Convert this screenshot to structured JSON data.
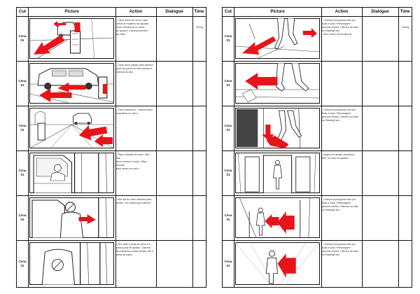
{
  "headers": {
    "cut": "Cut",
    "picture": "Picture",
    "action": "Action",
    "dialogue": "Dialogue",
    "time": "Time"
  },
  "left_page": {
    "rows": [
      {
        "cut": "Cena\n01",
        "action": "- Carro entra em cena. Usar\ncesta de madeira na calçada\ncomo referência no canto\ndo quadro. Câmera próximo\ndo chão.",
        "time": "20Seg",
        "picture": "car-approaching-with-basket"
      },
      {
        "cut": "Cena\n01",
        "action": "- Carro deve passar pela câmera\nperto ao ponto de não mostrar a\ncabeça do ator.",
        "time": "",
        "picture": "car-passing-basket"
      },
      {
        "cut": "Cena\n01",
        "action": "- Carro estaciona . Câmera deve\nenquadrar no carro.",
        "time": "",
        "picture": "car-parking-street"
      },
      {
        "cut": "Cena\n01",
        "action": "- Plano Detalhe do carro. Ator não\ndeve mostrar o rosto. Olhar sempre\npara dentro do carro.",
        "time": "",
        "picture": "car-door-detail"
      },
      {
        "cut": "Cena\n01",
        "action": "- Ator sai do carro olhando para\ndentro. De costas para câmera.",
        "time": "",
        "picture": "actor-exits-car"
      },
      {
        "cut": "Cena\n01",
        "action": "- Ator bate a porta do carro e a\ncabeça sai de quadro. Câmera\nacompanha a saída do ator até a\nporta da casa.",
        "time": "",
        "picture": "actor-closes-door"
      }
    ]
  },
  "right_page": {
    "rows": [
      {
        "cut": "Cena\n01",
        "action": "- Câmera acompanha ator por\ntoda a casa. Personagem\nprocura mulher. Câmera na mão\nou StadingCam.\n- Ator entra e fecha aporta.",
        "time": "20Seg",
        "picture": "actor-walking-feet"
      },
      {
        "cut": "Cena\n01",
        "action": "",
        "time": "",
        "picture": "feet-walking-floor"
      },
      {
        "cut": "Cena\n01",
        "action": "- Câmera acompanha ator por\ntoda a casa. Personagem\nprocura mulher. Câmera na mão\nou StadingCam.",
        "time": "",
        "picture": "walking-hallway"
      },
      {
        "cut": "Cena\n01",
        "action": "- Angulo de quadro simétrico.\nAtor no meio do quadro.",
        "time": "",
        "picture": "actor-doorway-symmetric"
      },
      {
        "cut": "Cena\n01",
        "action": "- Câmera acompanha ator por\ntoda a casa. Personagem\nprocura mulher. Câmera na mão\nou StadingCam.",
        "time": "",
        "picture": "actor-corridor-arrows"
      },
      {
        "cut": "Cena\n01",
        "action": "- Câmera acompanha ator por\ntoda a casa. Personagem\nprocura mulher. Câmera na mão\nou StadingCam.",
        "time": "",
        "picture": "actor-walks-toward-camera"
      }
    ]
  },
  "colors": {
    "arrow": "#e8141b",
    "ink": "#111111"
  }
}
